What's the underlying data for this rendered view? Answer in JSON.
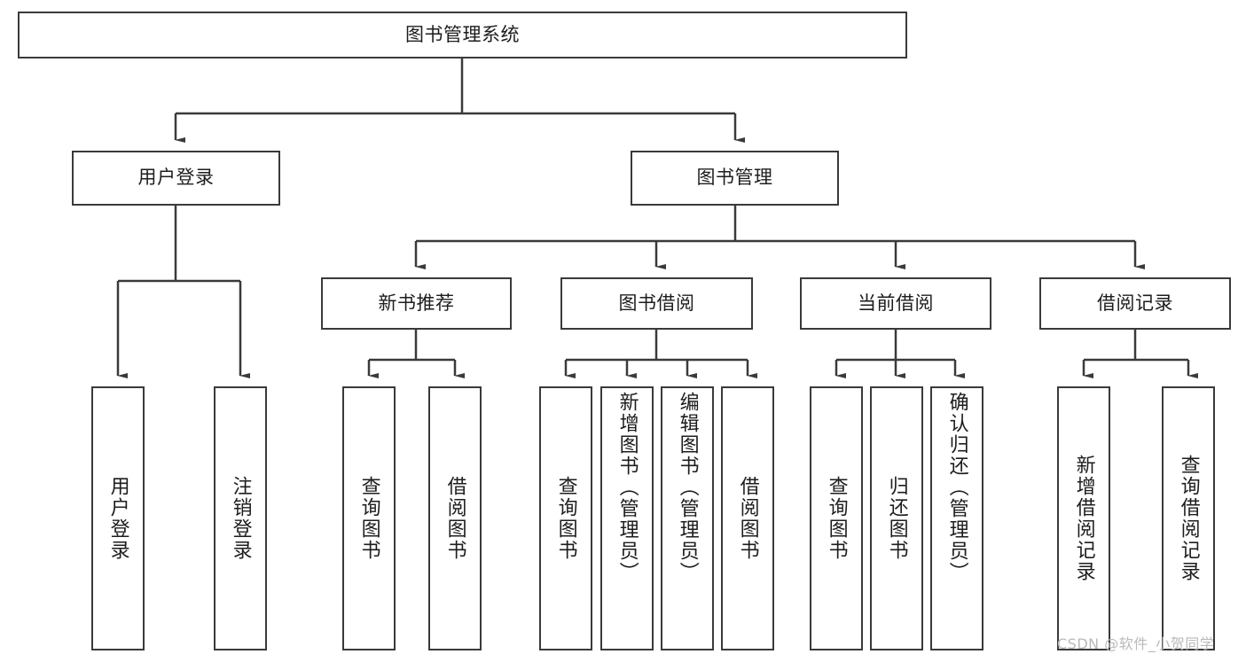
{
  "diagram": {
    "title": "图书管理系统",
    "type": "hierarchy-tree",
    "root": {
      "label": "图书管理系统"
    },
    "level2": [
      {
        "label": "用户登录"
      },
      {
        "label": "图书管理"
      }
    ],
    "level3": [
      {
        "label": "新书推荐"
      },
      {
        "label": "图书借阅"
      },
      {
        "label": "当前借阅"
      },
      {
        "label": "借阅记录"
      }
    ],
    "leaves": {
      "user_login": [
        {
          "label": "用户登录"
        },
        {
          "label": "注销登录"
        }
      ],
      "new_book_recommend": [
        {
          "label": "查询图书"
        },
        {
          "label": "借阅图书"
        }
      ],
      "book_borrow": [
        {
          "label": "查询图书"
        },
        {
          "label": "新增图书（管理员）"
        },
        {
          "label": "编辑图书（管理员）"
        },
        {
          "label": "借阅图书"
        }
      ],
      "current_borrow": [
        {
          "label": "查询图书"
        },
        {
          "label": "归还图书"
        },
        {
          "label": "确认归还（管理员）"
        }
      ],
      "borrow_records": [
        {
          "label": "新增借阅记录"
        },
        {
          "label": "查询借阅记录"
        }
      ]
    }
  },
  "watermark": {
    "text": "CSDN @软件_小贺同学"
  },
  "colors": {
    "stroke": "#3a3a3a",
    "background": "#ffffff",
    "text": "#1d1d1d",
    "watermark": "#b9b9b9"
  }
}
